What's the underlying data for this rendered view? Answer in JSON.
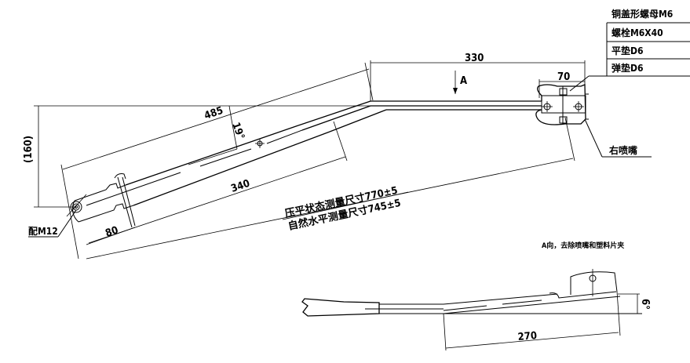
{
  "drawing": {
    "subject": "wiper arm assembly",
    "colors": {
      "line": "#000000",
      "background": "#ffffff"
    }
  },
  "parts_list": [
    {
      "label": "铜盖形螺母M6"
    },
    {
      "label": "螺栓M6X40"
    },
    {
      "label": "平垫D6"
    },
    {
      "label": "弹垫D6"
    }
  ],
  "dimensions": {
    "d330": "330",
    "d70": "70",
    "d485": "485",
    "d160": "(160)",
    "d19deg": "19°",
    "d340": "340",
    "d80": "80",
    "d270": "270",
    "d6deg": "6°"
  },
  "labels": {
    "view_arrow": "A",
    "right_nozzle": "右喷嘴",
    "pivot": "配M12",
    "measure_pressed": "压平状态测量尺寸770±5",
    "measure_natural": "自然水平测量尺寸745±5",
    "view_a_note": "A向，去除喷嘴和塑料片夹"
  }
}
